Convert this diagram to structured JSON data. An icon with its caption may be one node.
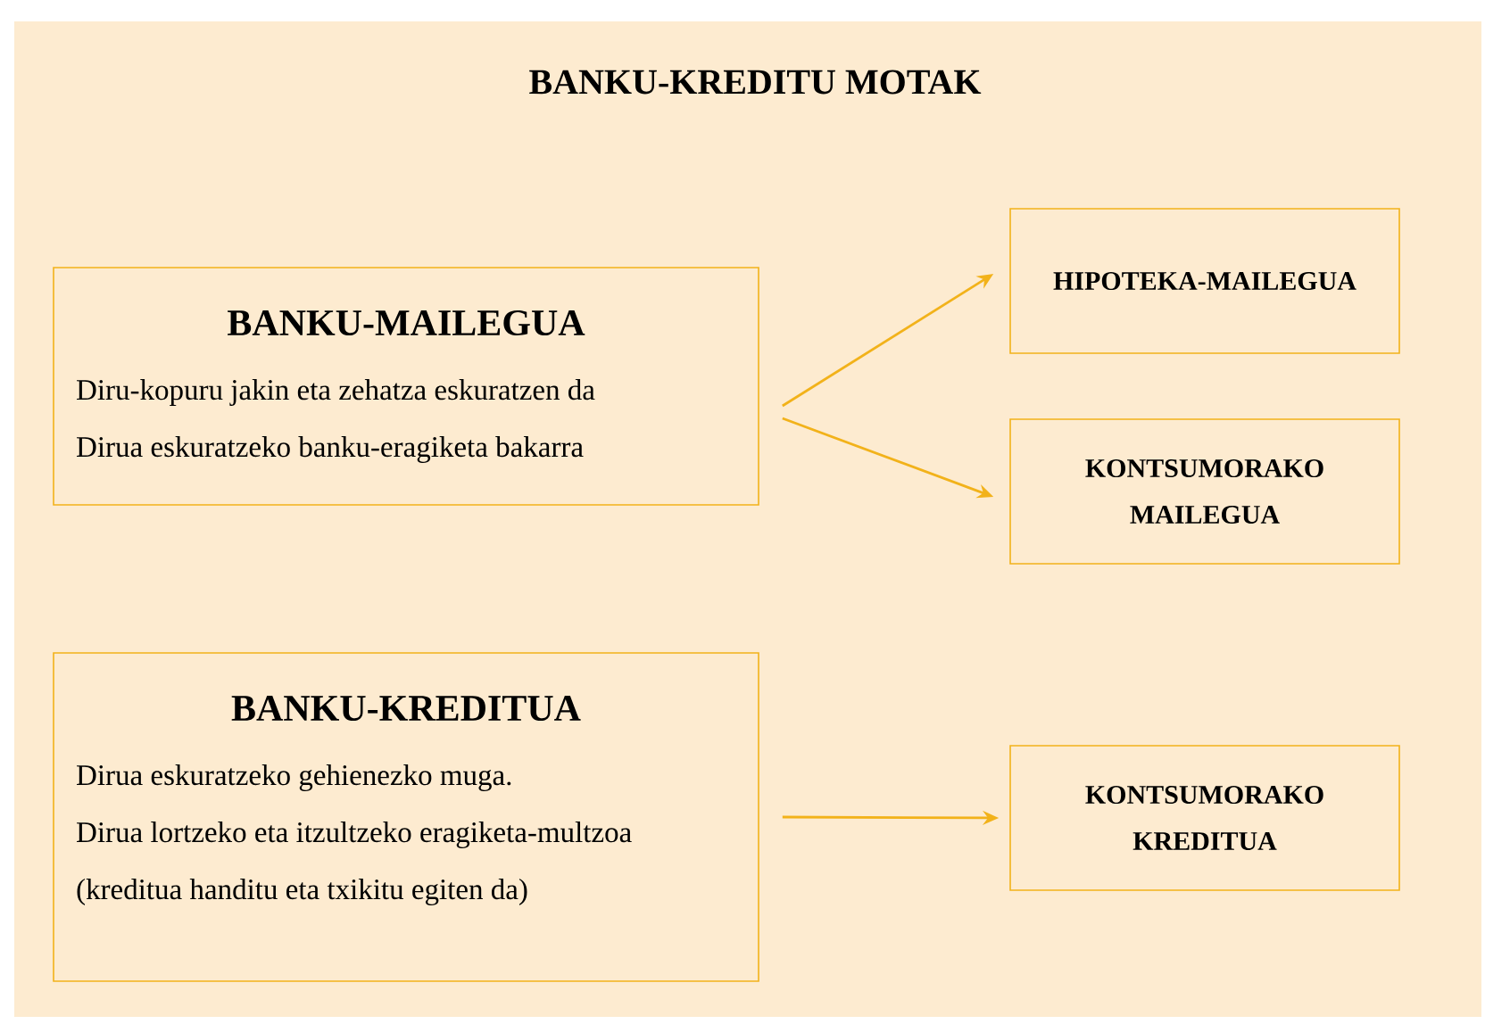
{
  "diagram": {
    "title": "BANKU-KREDITU MOTAK",
    "nodes": [
      {
        "text": [
          "BANKU-MAILEGUA",
          "Diru-kopuru jakin eta zehatza eskuratzen da",
          "Dirua eskuratzeko banku-eragiketa bakarra"
        ]
      },
      {
        "text": [
          "HIPOTEKA-MAILEGUA"
        ]
      },
      {
        "text": [
          "KONTSUMORAKO MAILEGUA"
        ]
      },
      {
        "text": [
          "BANKU-KREDITUA",
          "Dirua eskuratzeko gehienezko muga.",
          "Dirua lortzeko eta itzultzeko eragiketa-multzoa",
          "(kreditua handitu eta txikitu egiten da)"
        ]
      },
      {
        "text": [
          "KONTSUMORAKO KREDITUA"
        ]
      }
    ],
    "edges": [
      {
        "from": 0,
        "to": 1,
        "arrow": "to"
      },
      {
        "from": 0,
        "to": 2,
        "arrow": "to"
      },
      {
        "from": 3,
        "to": 4,
        "arrow": "to"
      }
    ]
  }
}
